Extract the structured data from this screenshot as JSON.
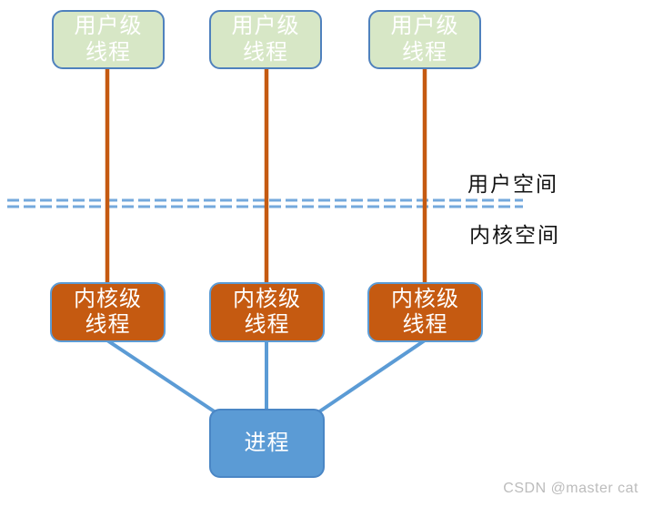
{
  "diagram": {
    "title_implicit": "threads model",
    "nodes": {
      "user": [
        {
          "label": "用户级\n线程"
        },
        {
          "label": "用户级\n线程"
        },
        {
          "label": "用户级\n线程"
        }
      ],
      "kernel": [
        {
          "label": "内核级\n线程"
        },
        {
          "label": "内核级\n线程"
        },
        {
          "label": "内核级\n线程"
        }
      ],
      "process": {
        "label": "进程"
      }
    },
    "labels": {
      "user_space": "用户空间",
      "kernel_space": "内核空间"
    },
    "colors": {
      "user_box_fill": "#d7e7c6",
      "user_box_border": "#4f81bd",
      "kernel_box_fill": "#c55a11",
      "kernel_box_border": "#5b9bd5",
      "process_box_fill": "#5b9bd5",
      "process_box_border": "#4a86c5",
      "vertical_line": "#c55a11",
      "connector_line": "#5b9bd5",
      "dashed_separator": "#74a9dc",
      "label_text": "#141414",
      "box_text": "#ffffff",
      "watermark_text": "#bcbcbc"
    }
  },
  "watermark": "CSDN @master cat"
}
